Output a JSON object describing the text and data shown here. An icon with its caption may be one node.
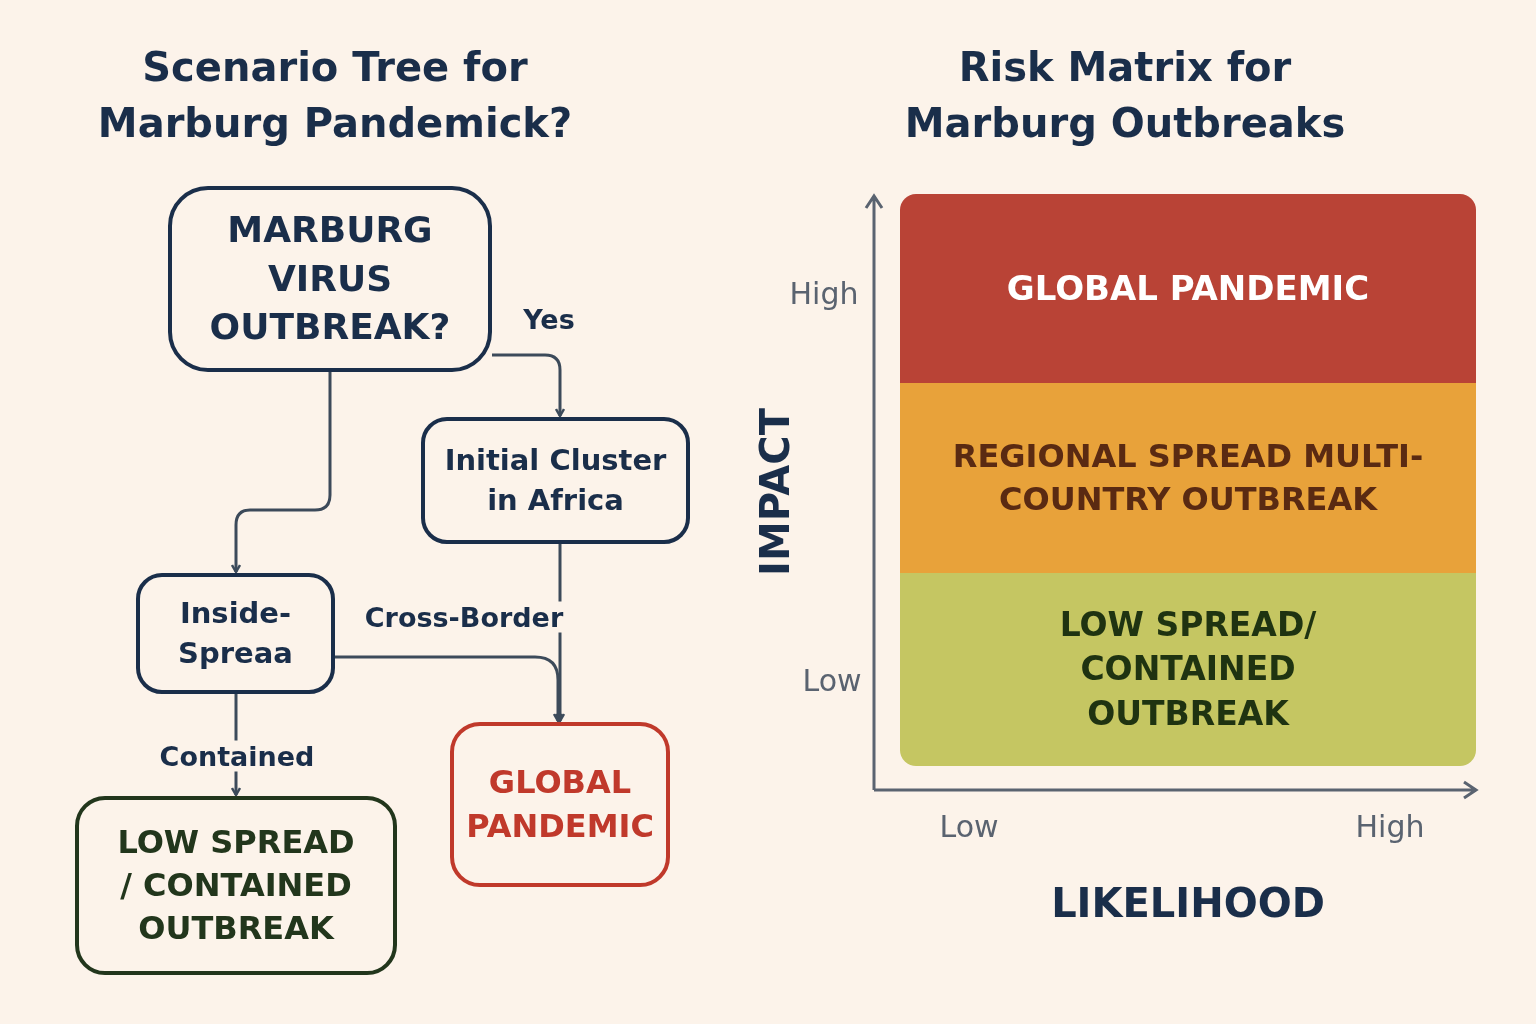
{
  "diagram": {
    "nodes": [
      {
        "text": [
          "MARBURG VIRUS OUTBREAK?"
        ]
      },
      {
        "text": [
          "Initial Cluster in Africa"
        ]
      },
      {
        "text": [
          "Inside- Spreaa"
        ]
      },
      {
        "text": [
          "GLOBAL PANDEMIC"
        ]
      },
      {
        "text": [
          "LOW SPREAD / CONTAINED OUTBREAK"
        ]
      },
      {
        "text": [
          "GLOBAL PANDEMIC"
        ]
      },
      {
        "text": [
          "REGIONAL SPREAD MULTI-COUNTRY OUTBREAK"
        ]
      },
      {
        "text": [
          "LOW SPREAD/ CONTAINED OUTBREAK"
        ]
      }
    ],
    "edges": [
      {
        "from": 0,
        "to": 1,
        "arrow": "to",
        "label": "Yes"
      },
      {
        "from": 0,
        "to": 2,
        "arrow": "to"
      },
      {
        "from": 1,
        "to": 3,
        "arrow": "to"
      },
      {
        "from": 2,
        "to": 3,
        "arrow": "to",
        "label": "Cross-Border"
      },
      {
        "from": 2,
        "to": 4,
        "arrow": "to",
        "label": "Contained"
      }
    ],
    "labels": [
      "Scenario Tree for Marburg Pandemick?",
      "Risk Matrix for Marburg Outbreaks",
      "High",
      "IMPACT",
      "Low",
      "Low",
      "High",
      "LIKELIHOOD"
    ]
  }
}
